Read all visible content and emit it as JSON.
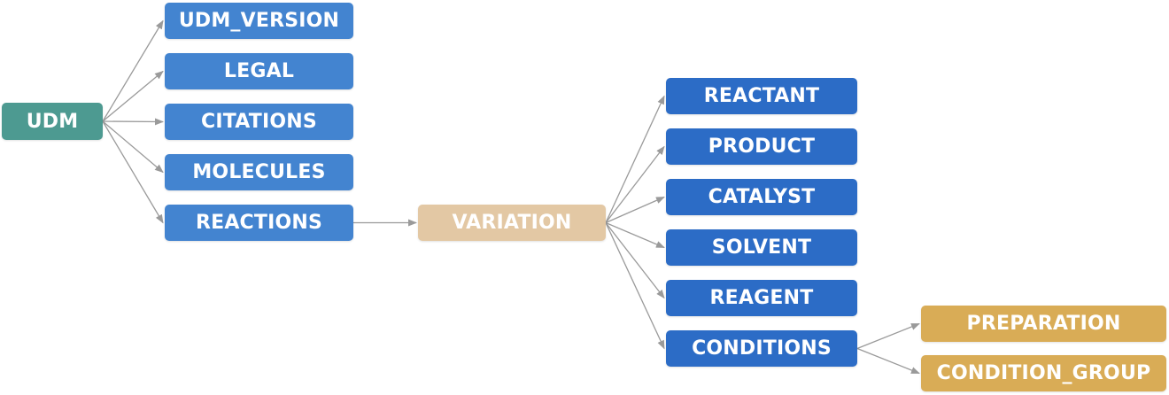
{
  "nodes": {
    "udm": "UDM",
    "udm_version": "UDM_VERSION",
    "legal": "LEGAL",
    "citations": "CITATIONS",
    "molecules": "MOLECULES",
    "reactions": "REACTIONS",
    "variation": "VARIATION",
    "reactant": "REACTANT",
    "product": "PRODUCT",
    "catalyst": "CATALYST",
    "solvent": "SOLVENT",
    "reagent": "REAGENT",
    "conditions": "CONDITIONS",
    "preparation": "PREPARATION",
    "condition_group": "CONDITION_GROUP"
  },
  "edges": [
    {
      "from": "udm",
      "to": "udm_version"
    },
    {
      "from": "udm",
      "to": "legal"
    },
    {
      "from": "udm",
      "to": "citations"
    },
    {
      "from": "udm",
      "to": "molecules"
    },
    {
      "from": "udm",
      "to": "reactions"
    },
    {
      "from": "reactions",
      "to": "variation"
    },
    {
      "from": "variation",
      "to": "reactant"
    },
    {
      "from": "variation",
      "to": "product"
    },
    {
      "from": "variation",
      "to": "catalyst"
    },
    {
      "from": "variation",
      "to": "solvent"
    },
    {
      "from": "variation",
      "to": "reagent"
    },
    {
      "from": "variation",
      "to": "conditions"
    },
    {
      "from": "conditions",
      "to": "preparation"
    },
    {
      "from": "conditions",
      "to": "condition_group"
    }
  ],
  "colors": {
    "root": "#4d9a91",
    "level1": "#4384d0",
    "variation": "#e3c8a4",
    "level3": "#2c6cc6",
    "level4": "#d9ac56",
    "edge": "#9a9a9a"
  }
}
